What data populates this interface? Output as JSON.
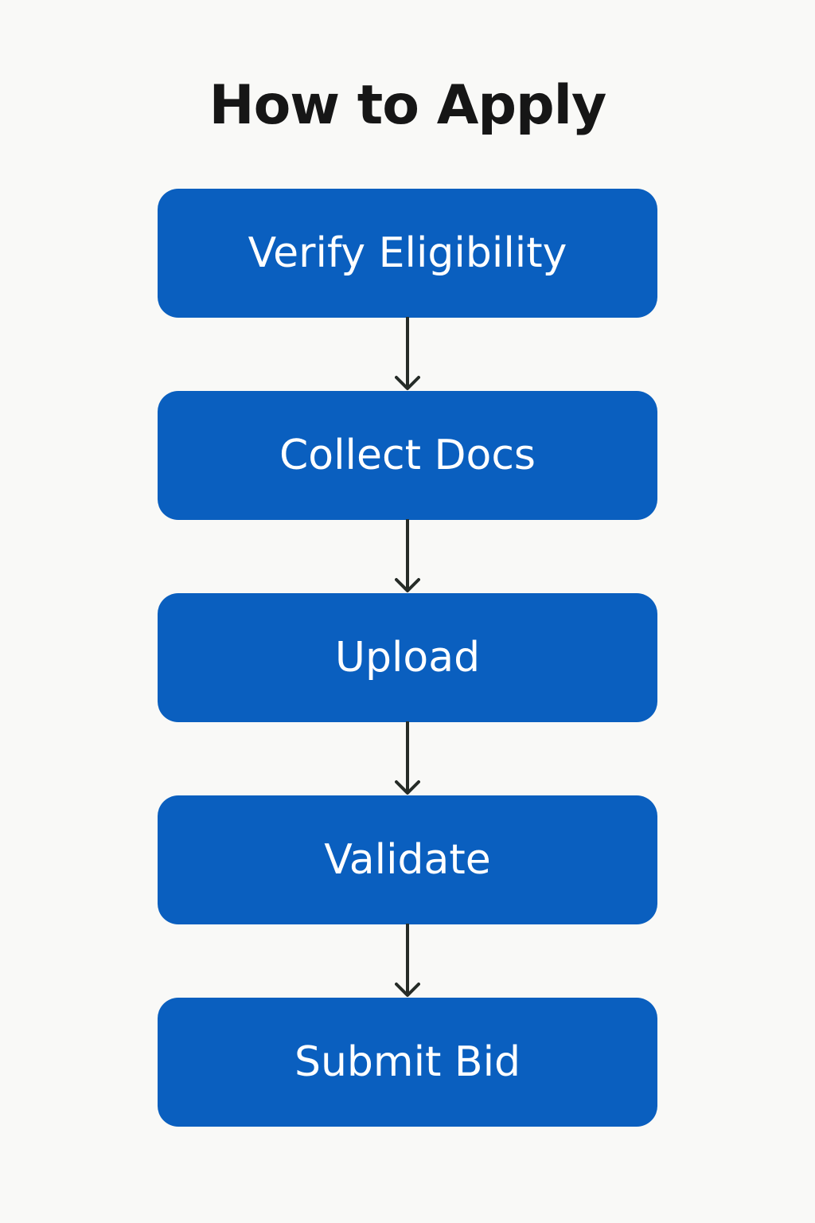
{
  "title": "How to Apply",
  "colors": {
    "background": "#f9f9f7",
    "box": "#0a5fbf",
    "box_text": "#ffffff",
    "arrow": "#262c28",
    "title": "#161616"
  },
  "steps": [
    {
      "label": "Verify Eligibility"
    },
    {
      "label": "Collect Docs"
    },
    {
      "label": "Upload"
    },
    {
      "label": "Validate"
    },
    {
      "label": "Submit Bid"
    }
  ],
  "connectors": [
    {
      "from": "Verify Eligibility",
      "to": "Collect Docs",
      "icon": "arrow-down-icon"
    },
    {
      "from": "Collect Docs",
      "to": "Upload",
      "icon": "arrow-down-icon"
    },
    {
      "from": "Upload",
      "to": "Validate",
      "icon": "arrow-down-icon"
    },
    {
      "from": "Validate",
      "to": "Submit Bid",
      "icon": "arrow-down-icon"
    }
  ]
}
